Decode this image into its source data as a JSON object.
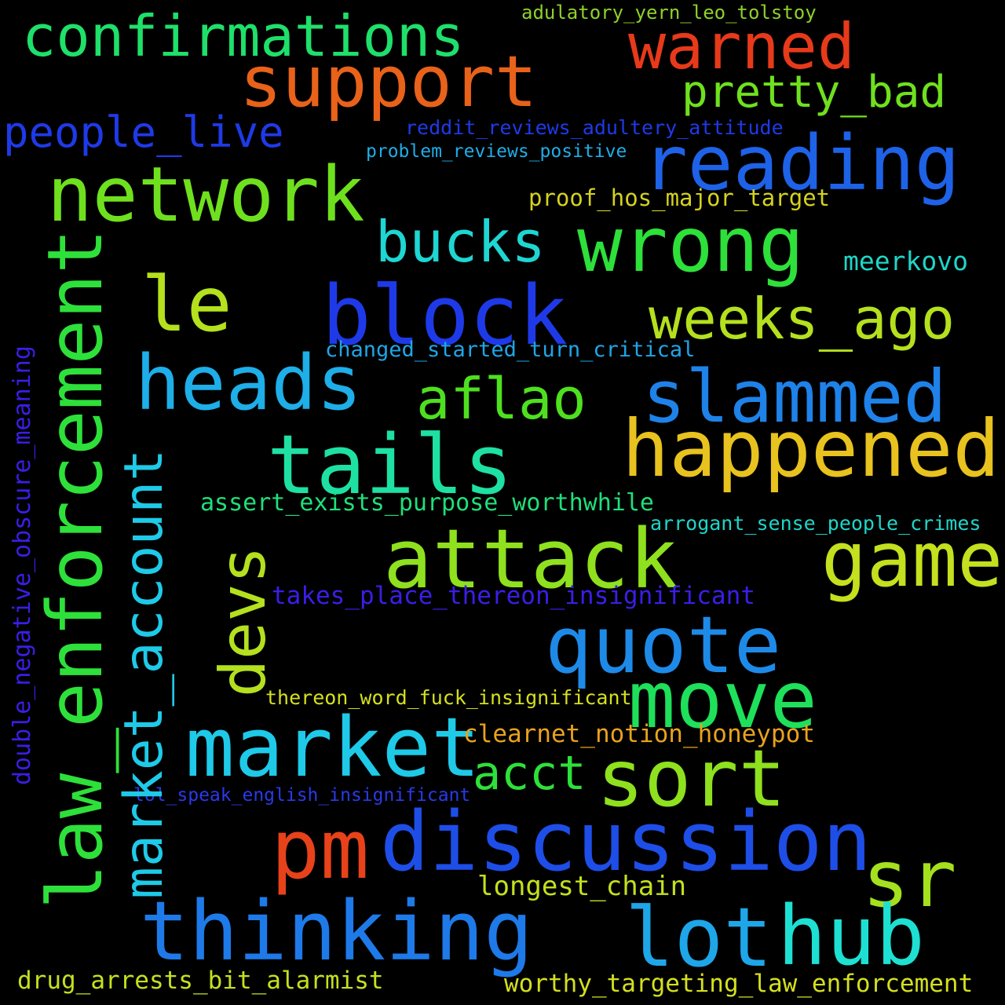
{
  "words": [
    {
      "text": "confirmations",
      "color": "#1ee06a"
    },
    {
      "text": "adulatory_yern_leo_tolstoy",
      "color": "#8fd12a"
    },
    {
      "text": "support",
      "color": "#e8621a"
    },
    {
      "text": "warned",
      "color": "#e63a1a"
    },
    {
      "text": "pretty_bad",
      "color": "#6fe01e"
    },
    {
      "text": "people_live",
      "color": "#1e3ae8"
    },
    {
      "text": "reddit_reviews_adultery_attitude",
      "color": "#1e3ae8"
    },
    {
      "text": "problem_reviews_positive",
      "color": "#1eaee8"
    },
    {
      "text": "reading",
      "color": "#1e62e8"
    },
    {
      "text": "network",
      "color": "#6fe01e"
    },
    {
      "text": "proof_hos_major_target",
      "color": "#d4d21e"
    },
    {
      "text": "bucks",
      "color": "#1ed6d2"
    },
    {
      "text": "wrong",
      "color": "#2ee03a"
    },
    {
      "text": "meerkovo",
      "color": "#1ed6c8"
    },
    {
      "text": "le",
      "color": "#b4e01e"
    },
    {
      "text": "block",
      "color": "#1e3ae8"
    },
    {
      "text": "weeks_ago",
      "color": "#b4e01e"
    },
    {
      "text": "changed_started_turn_critical",
      "color": "#1ea6e8"
    },
    {
      "text": "heads",
      "color": "#1eaee8"
    },
    {
      "text": "aflao",
      "color": "#4ee01e"
    },
    {
      "text": "slammed",
      "color": "#1e82e8"
    },
    {
      "text": "happened",
      "color": "#e8c21e"
    },
    {
      "text": "tails",
      "color": "#1ee0a2"
    },
    {
      "text": "assert_exists_purpose_worthwhile",
      "color": "#1ee07a"
    },
    {
      "text": "arrogant_sense_people_crimes",
      "color": "#1ed6c8"
    },
    {
      "text": "attack",
      "color": "#8fe01e"
    },
    {
      "text": "game",
      "color": "#c4e01e"
    },
    {
      "text": "devs",
      "color": "#b4e01e"
    },
    {
      "text": "takes_place_thereon_insignificant",
      "color": "#3a1ee8"
    },
    {
      "text": "quote",
      "color": "#1e8ae8"
    },
    {
      "text": "move",
      "color": "#1ee05a"
    },
    {
      "text": "thereon_word_fuck_insignificant",
      "color": "#d4e01e"
    },
    {
      "text": "market",
      "color": "#1ecae8"
    },
    {
      "text": "clearnet_notion_honeypot",
      "color": "#e8a21e"
    },
    {
      "text": "acct",
      "color": "#2ee03a"
    },
    {
      "text": "sort",
      "color": "#8fe01e"
    },
    {
      "text": "lol_speak_english_insignificant",
      "color": "#2a3ae8"
    },
    {
      "text": "pm",
      "color": "#e8421a"
    },
    {
      "text": "discussion",
      "color": "#1e4ee8"
    },
    {
      "text": "sr",
      "color": "#a4e01e"
    },
    {
      "text": "longest_chain",
      "color": "#c4e01e"
    },
    {
      "text": "thinking",
      "color": "#1e7ae8"
    },
    {
      "text": "lot",
      "color": "#1ea6e8"
    },
    {
      "text": "hub",
      "color": "#1ee0d2"
    },
    {
      "text": "drug_arrests_bit_alarmist",
      "color": "#c4e01e"
    },
    {
      "text": "worthy_targeting_law_enforcement",
      "color": "#d4e01e"
    },
    {
      "text": "law_enforcement",
      "color": "#2ee03a"
    },
    {
      "text": "market_account",
      "color": "#1ecae8"
    },
    {
      "text": "double_negative_obscure_meaning",
      "color": "#3a1ee8"
    }
  ]
}
